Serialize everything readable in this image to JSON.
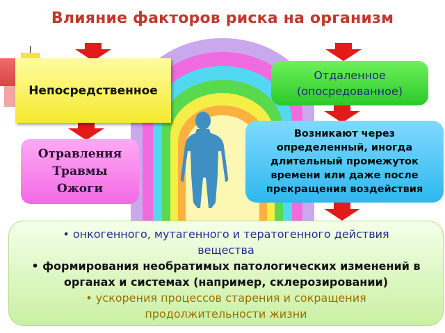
{
  "title": "Влияние факторов риска на организм",
  "immediate": {
    "label": "Непосредственное"
  },
  "immediate_effects": [
    "Отравления",
    "Травмы",
    "Ожоги"
  ],
  "remote": {
    "line1": "Отдаленное",
    "line2": "(опосредованное)"
  },
  "remote_desc": [
    "Возникают через",
    "определенный, иногда",
    "длительный промежуток",
    "времени или даже после",
    "прекращения воздействия"
  ],
  "consequences": [
    "• онкогенного, мутагенного и тератогенного действия",
    "вещества",
    "• формирования необратимых патологических изменений в",
    "органах и системах (например, склерозировании)",
    "• ускорения процессов старения и сокращения",
    "продолжительности жизни"
  ],
  "colors": {
    "title": "#c0392b",
    "arrow": "#e21a1a",
    "arc_outer": "#c9a8ee",
    "arc_magenta": "#f06be0",
    "arc_cyan": "#53d8f2",
    "arc_green": "#59d94e",
    "arc_yellow": "#f4ee46",
    "arc_orange": "#fbb040",
    "arc_inner": "#fdf7b4",
    "figure": "#3f8fc2"
  },
  "icons": [
    "arrow-down-icon",
    "human-figure-icon"
  ]
}
